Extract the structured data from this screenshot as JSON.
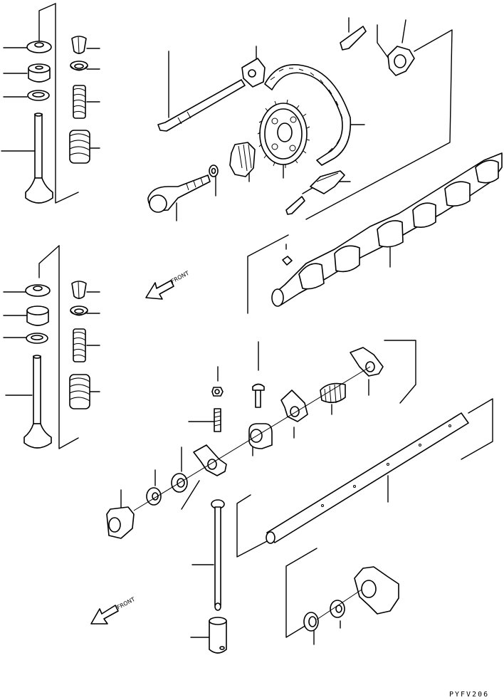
{
  "front_label_top": "FRONT",
  "front_label_bottom": "FRONT",
  "drawing_code": "PYFV206"
}
